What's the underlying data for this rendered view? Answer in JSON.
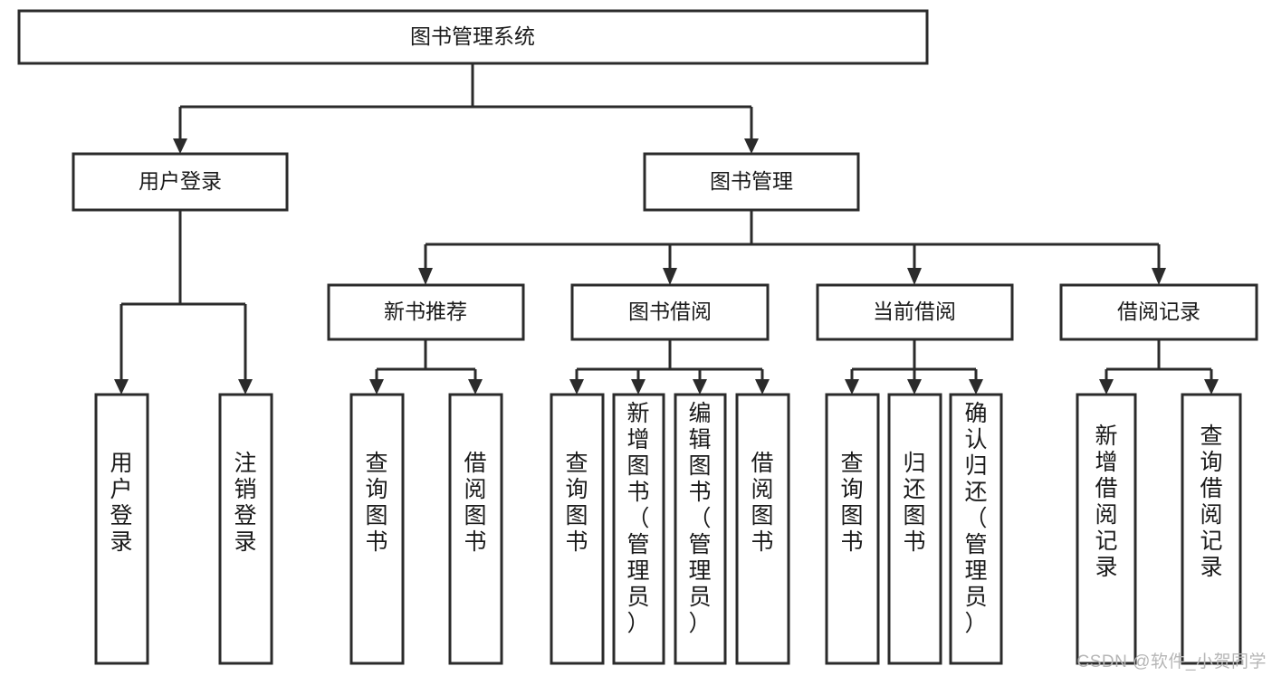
{
  "diagram": {
    "type": "tree-hierarchy-chart",
    "title": "图书管理系统",
    "colors": {
      "background": "#ffffff",
      "box_stroke": "#2b2b2b",
      "box_fill": "#ffffff",
      "text": "#1a1a1a",
      "watermark": "#b6b6b6"
    },
    "root": {
      "label": "图书管理系统"
    },
    "level2": [
      {
        "label": "用户登录"
      },
      {
        "label": "图书管理"
      }
    ],
    "level3": [
      {
        "label": "新书推荐"
      },
      {
        "label": "图书借阅"
      },
      {
        "label": "当前借阅"
      },
      {
        "label": "借阅记录"
      }
    ],
    "leaves": {
      "user_login": [
        {
          "label": "用户登录"
        },
        {
          "label": "注销登录"
        }
      ],
      "new_book_recommend": [
        {
          "label": "查询图书"
        },
        {
          "label": "借阅图书"
        }
      ],
      "book_borrow": [
        {
          "label": "查询图书"
        },
        {
          "label": "新增图书（管理员）"
        },
        {
          "label": "编辑图书（管理员）"
        },
        {
          "label": "借阅图书"
        }
      ],
      "current_borrow": [
        {
          "label": "查询图书"
        },
        {
          "label": "归还图书"
        },
        {
          "label": "确认归还（管理员）"
        }
      ],
      "borrow_record": [
        {
          "label": "新增借阅记录"
        },
        {
          "label": "查询借阅记录"
        }
      ]
    },
    "watermark": "CSDN @软件_小贺同学"
  }
}
